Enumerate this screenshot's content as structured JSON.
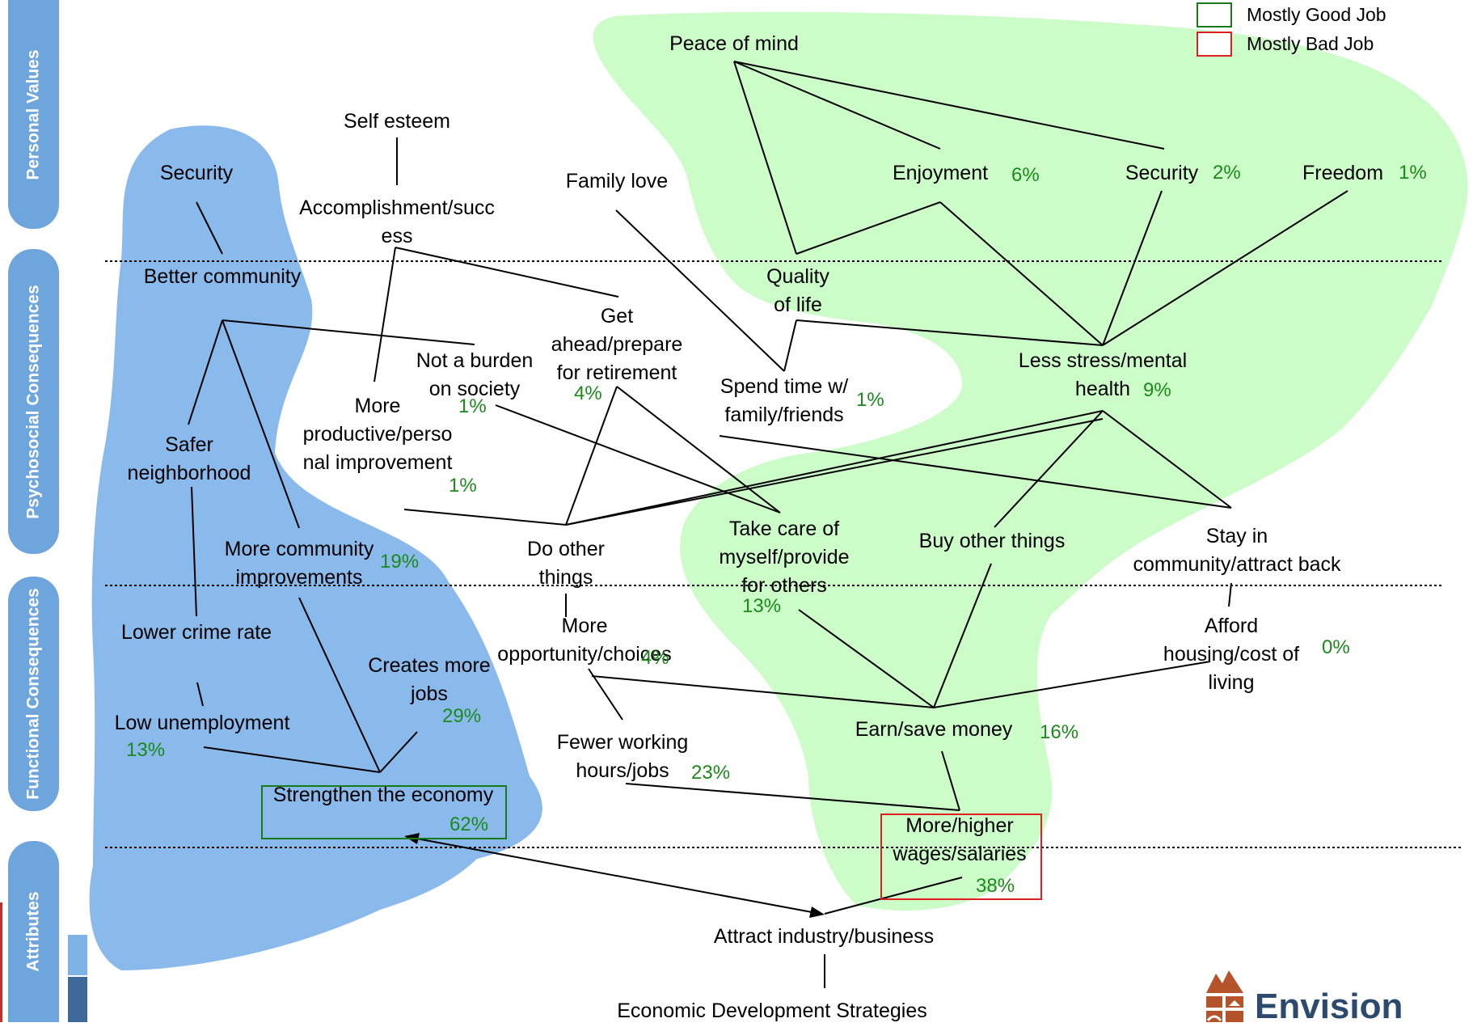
{
  "legend": {
    "good_label": "Mostly Good Job",
    "bad_label": "Mostly Bad Job",
    "good_color": "#1a7a1a",
    "bad_color": "#e02020"
  },
  "levels": {
    "values": "Personal Values",
    "psychosocial": "Psychosocial Consequences",
    "functional": "Functional\nConsequences",
    "attributes": "Attributes"
  },
  "nodes": {
    "peace_of_mind": "Peace of mind",
    "self_esteem": "Self esteem",
    "security_left": "Security",
    "family_love": "Family love",
    "enjoyment": "Enjoyment",
    "security_right": "Security",
    "freedom": "Freedom",
    "accomplishment": "Accomplishment/succ\ness",
    "better_community": "Better community",
    "quality_of_life": "Quality\nof life",
    "get_ahead": "Get\nahead/prepare\nfor retirement",
    "not_a_burden": "Not a burden\non society",
    "more_productive": "More\nproductive/perso\nnal improvement",
    "spend_time": "Spend time w/\nfamily/friends",
    "less_stress": "Less stress/mental\nhealth",
    "safer_neighborhood": "Safer\nneighborhood",
    "more_community_improvements": "More community\nimprovements",
    "do_other_things": "Do other\nthings",
    "take_care": "Take care of\nmyself/provide\nfor others",
    "buy_other_things": "Buy other things",
    "stay_in_community": "Stay in\ncommunity/attract back",
    "lower_crime": "Lower crime rate",
    "more_opportunity": "More\nopportunity/choices",
    "afford_housing": "Afford\nhousing/cost of\nliving",
    "creates_more_jobs": "Creates more\njobs",
    "low_unemployment": "Low unemployment",
    "fewer_working_hours": "Fewer working\nhours/jobs",
    "earn_save_money": "Earn/save money",
    "strengthen_economy": "Strengthen the economy",
    "more_higher_wages": "More/higher\nwages/salaries",
    "attract_industry": "Attract industry/business",
    "economic_development": "Economic Development Strategies"
  },
  "percents": {
    "enjoyment": "6%",
    "security_right": "2%",
    "freedom": "1%",
    "not_a_burden": "1%",
    "get_ahead": "4%",
    "spend_time": "1%",
    "less_stress": "9%",
    "more_productive": "1%",
    "more_community_improvements": "19%",
    "take_care": "13%",
    "more_opportunity": "4%",
    "afford_housing": "0%",
    "creates_more_jobs": "29%",
    "low_unemployment": "13%",
    "fewer_working_hours": "23%",
    "earn_save_money": "16%",
    "strengthen_economy": "62%",
    "more_higher_wages": "38%"
  },
  "brand": {
    "name": "Envision"
  },
  "colors": {
    "blue_region": "#8ab9ec",
    "green_region": "#ccfcc8",
    "tab_blue": "#6ea5dc",
    "percent_green": "#1a8a1a"
  }
}
